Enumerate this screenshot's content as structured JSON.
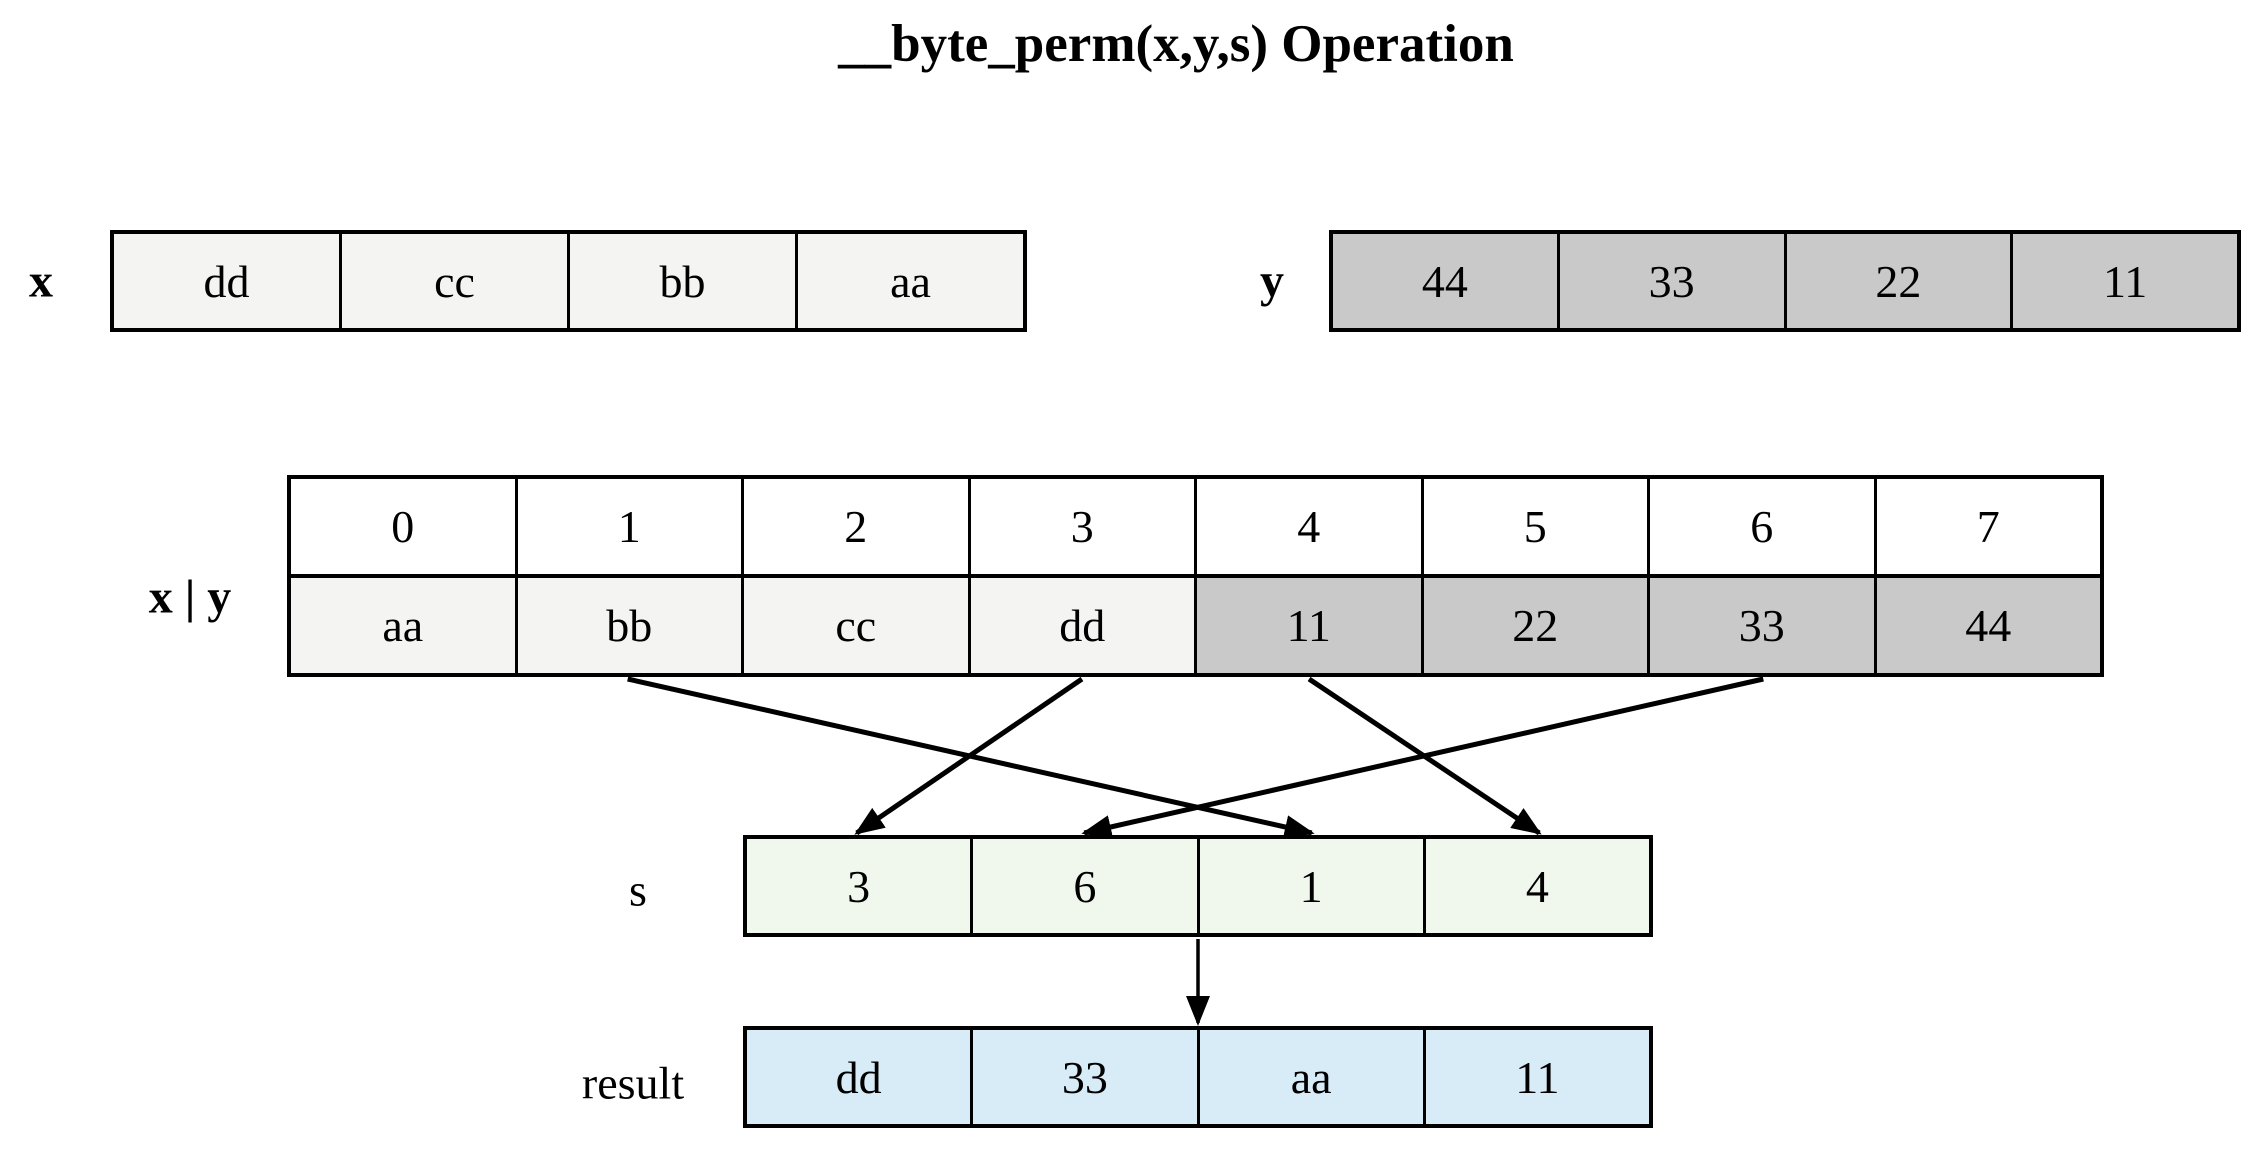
{
  "title": "__byte_perm(x,y,s) Operation",
  "x_register": {
    "label": "x",
    "cells": [
      "dd",
      "cc",
      "bb",
      "aa"
    ]
  },
  "y_register": {
    "label": "y",
    "cells": [
      "44",
      "33",
      "22",
      "11"
    ]
  },
  "xy_table": {
    "label": "x | y",
    "indices": [
      "0",
      "1",
      "2",
      "3",
      "4",
      "5",
      "6",
      "7"
    ],
    "values": [
      "aa",
      "bb",
      "cc",
      "dd",
      "11",
      "22",
      "33",
      "44"
    ]
  },
  "s_register": {
    "label": "s",
    "cells": [
      "3",
      "6",
      "1",
      "4"
    ]
  },
  "result_register": {
    "label": "result",
    "cells": [
      "dd",
      "33",
      "aa",
      "11"
    ]
  },
  "arrows": {
    "byte_to_s": [
      {
        "from_byte_index": 3,
        "from_value": "dd",
        "to_s_cell": 0,
        "selector": "3"
      },
      {
        "from_byte_index": 6,
        "from_value": "33",
        "to_s_cell": 1,
        "selector": "6"
      },
      {
        "from_byte_index": 1,
        "from_value": "bb",
        "to_s_cell": 2,
        "selector": "1"
      },
      {
        "from_byte_index": 4,
        "from_value": "11",
        "to_s_cell": 3,
        "selector": "4"
      }
    ],
    "s_to_result": {
      "present": true
    }
  },
  "colors": {
    "background": "#ffffff",
    "x_fill": "#f4f4f2",
    "y_fill": "#c9c9c9",
    "index_fill": "#ffffff",
    "s_fill": "#f0f7ec",
    "result_fill": "#d8ecf7",
    "line": "#000000"
  }
}
